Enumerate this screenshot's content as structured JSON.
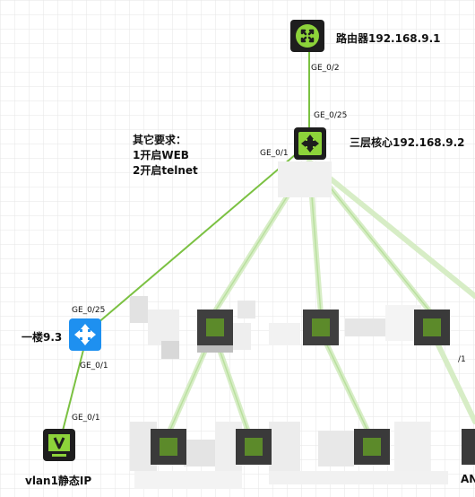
{
  "diagram": {
    "router": {
      "name": "路由器192.168.9.1",
      "port_down": "GE_0/2"
    },
    "core": {
      "name": "三层核心192.168.9.2",
      "port_up": "GE_0/25",
      "port_left": "GE_0/1"
    },
    "access": {
      "name": "一楼9.3",
      "port_up": "GE_0/25",
      "port_down": "GE_0/1"
    },
    "pc": {
      "name": "vlan1静态IP",
      "port_up": "GE_0/1"
    },
    "notes": {
      "title": "其它要求：",
      "line1": "1开启WEB",
      "line2": "2开启telnet"
    },
    "edge_labels": {
      "right_partial": "/1",
      "bottom_right_partial": "AN"
    },
    "colors": {
      "link": "#7bc142",
      "link_faded": "#d3ecc0",
      "router": "#1e1e1e",
      "core": "#1e1e1e",
      "access": "#1e90f0",
      "pc": "#1e1e1e",
      "icon_green": "#8dd33a"
    }
  }
}
